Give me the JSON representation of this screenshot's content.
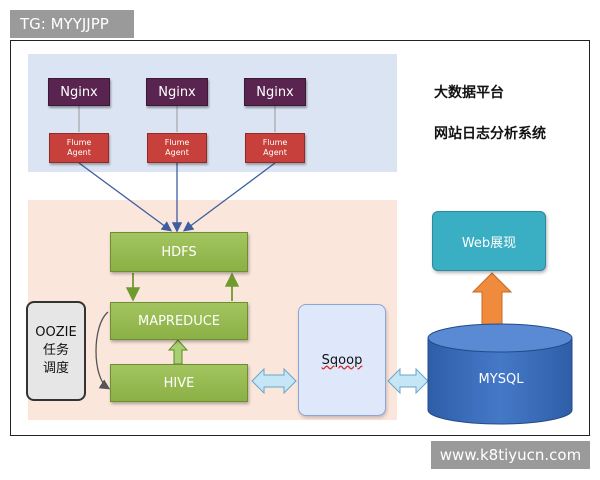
{
  "watermarks": {
    "top_left": "TG: MYYJJPP",
    "bottom_right": "www.k8tiyucn.com"
  },
  "title": {
    "line1": "大数据平台",
    "line2": "网站日志分析系统"
  },
  "collect": {
    "nginx_label": "Nginx",
    "flume_line1": "Flume",
    "flume_line2": "Agent"
  },
  "process": {
    "hdfs": "HDFS",
    "mapreduce": "MAPREDUCE",
    "hive": "HIVE",
    "oozie_line1": "OOZIE",
    "oozie_line2": "任务",
    "oozie_line3": "调度"
  },
  "sqoop": "Sqoop",
  "web": "Web展现",
  "mysql": "MYSQL",
  "colors": {
    "nginx": "#5a2450",
    "flume": "#c8403b",
    "green": "#8bb045",
    "web": "#3aaec2",
    "mysql": "#3567b4",
    "orange_arrow": "#f08a3c"
  }
}
